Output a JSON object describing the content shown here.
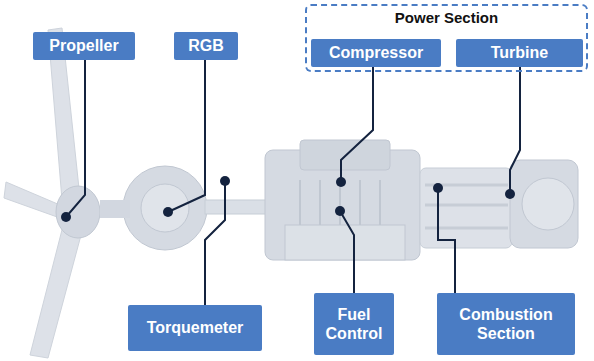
{
  "diagram": {
    "nodes": [
      {
        "text": [
          "Propeller"
        ]
      },
      {
        "text": [
          "RGB"
        ]
      },
      {
        "text": [
          "Power Section"
        ]
      },
      {
        "text": [
          "Compressor"
        ],
        "in": 2
      },
      {
        "text": [
          "Turbine"
        ],
        "in": 2
      },
      {
        "text": [
          "Torquemeter"
        ]
      },
      {
        "text": [
          "Fuel Control"
        ]
      },
      {
        "text": [
          "Combustion Section"
        ]
      }
    ]
  }
}
